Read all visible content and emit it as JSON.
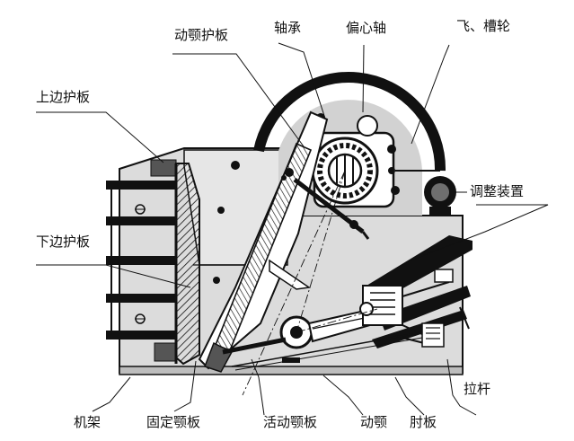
{
  "labels": {
    "movable_jaw_guard": "动颚护板",
    "bearing": "轴承",
    "eccentric_shaft": "偏心轴",
    "flywheel_pulley": "飞、槽轮",
    "upper_side_guard": "上边护板",
    "adjusting_device": "调整装置",
    "lower_side_guard": "下边护板",
    "tie_rod": "拉杆",
    "frame": "机架",
    "fixed_jaw_plate": "固定颚板",
    "movable_jaw_plate": "活动颚板",
    "movable_jaw": "动颚",
    "toggle_plate": "肘板"
  },
  "colors": {
    "ink": "#111111",
    "paper": "#ffffff",
    "shade": "#dcdcdc"
  }
}
